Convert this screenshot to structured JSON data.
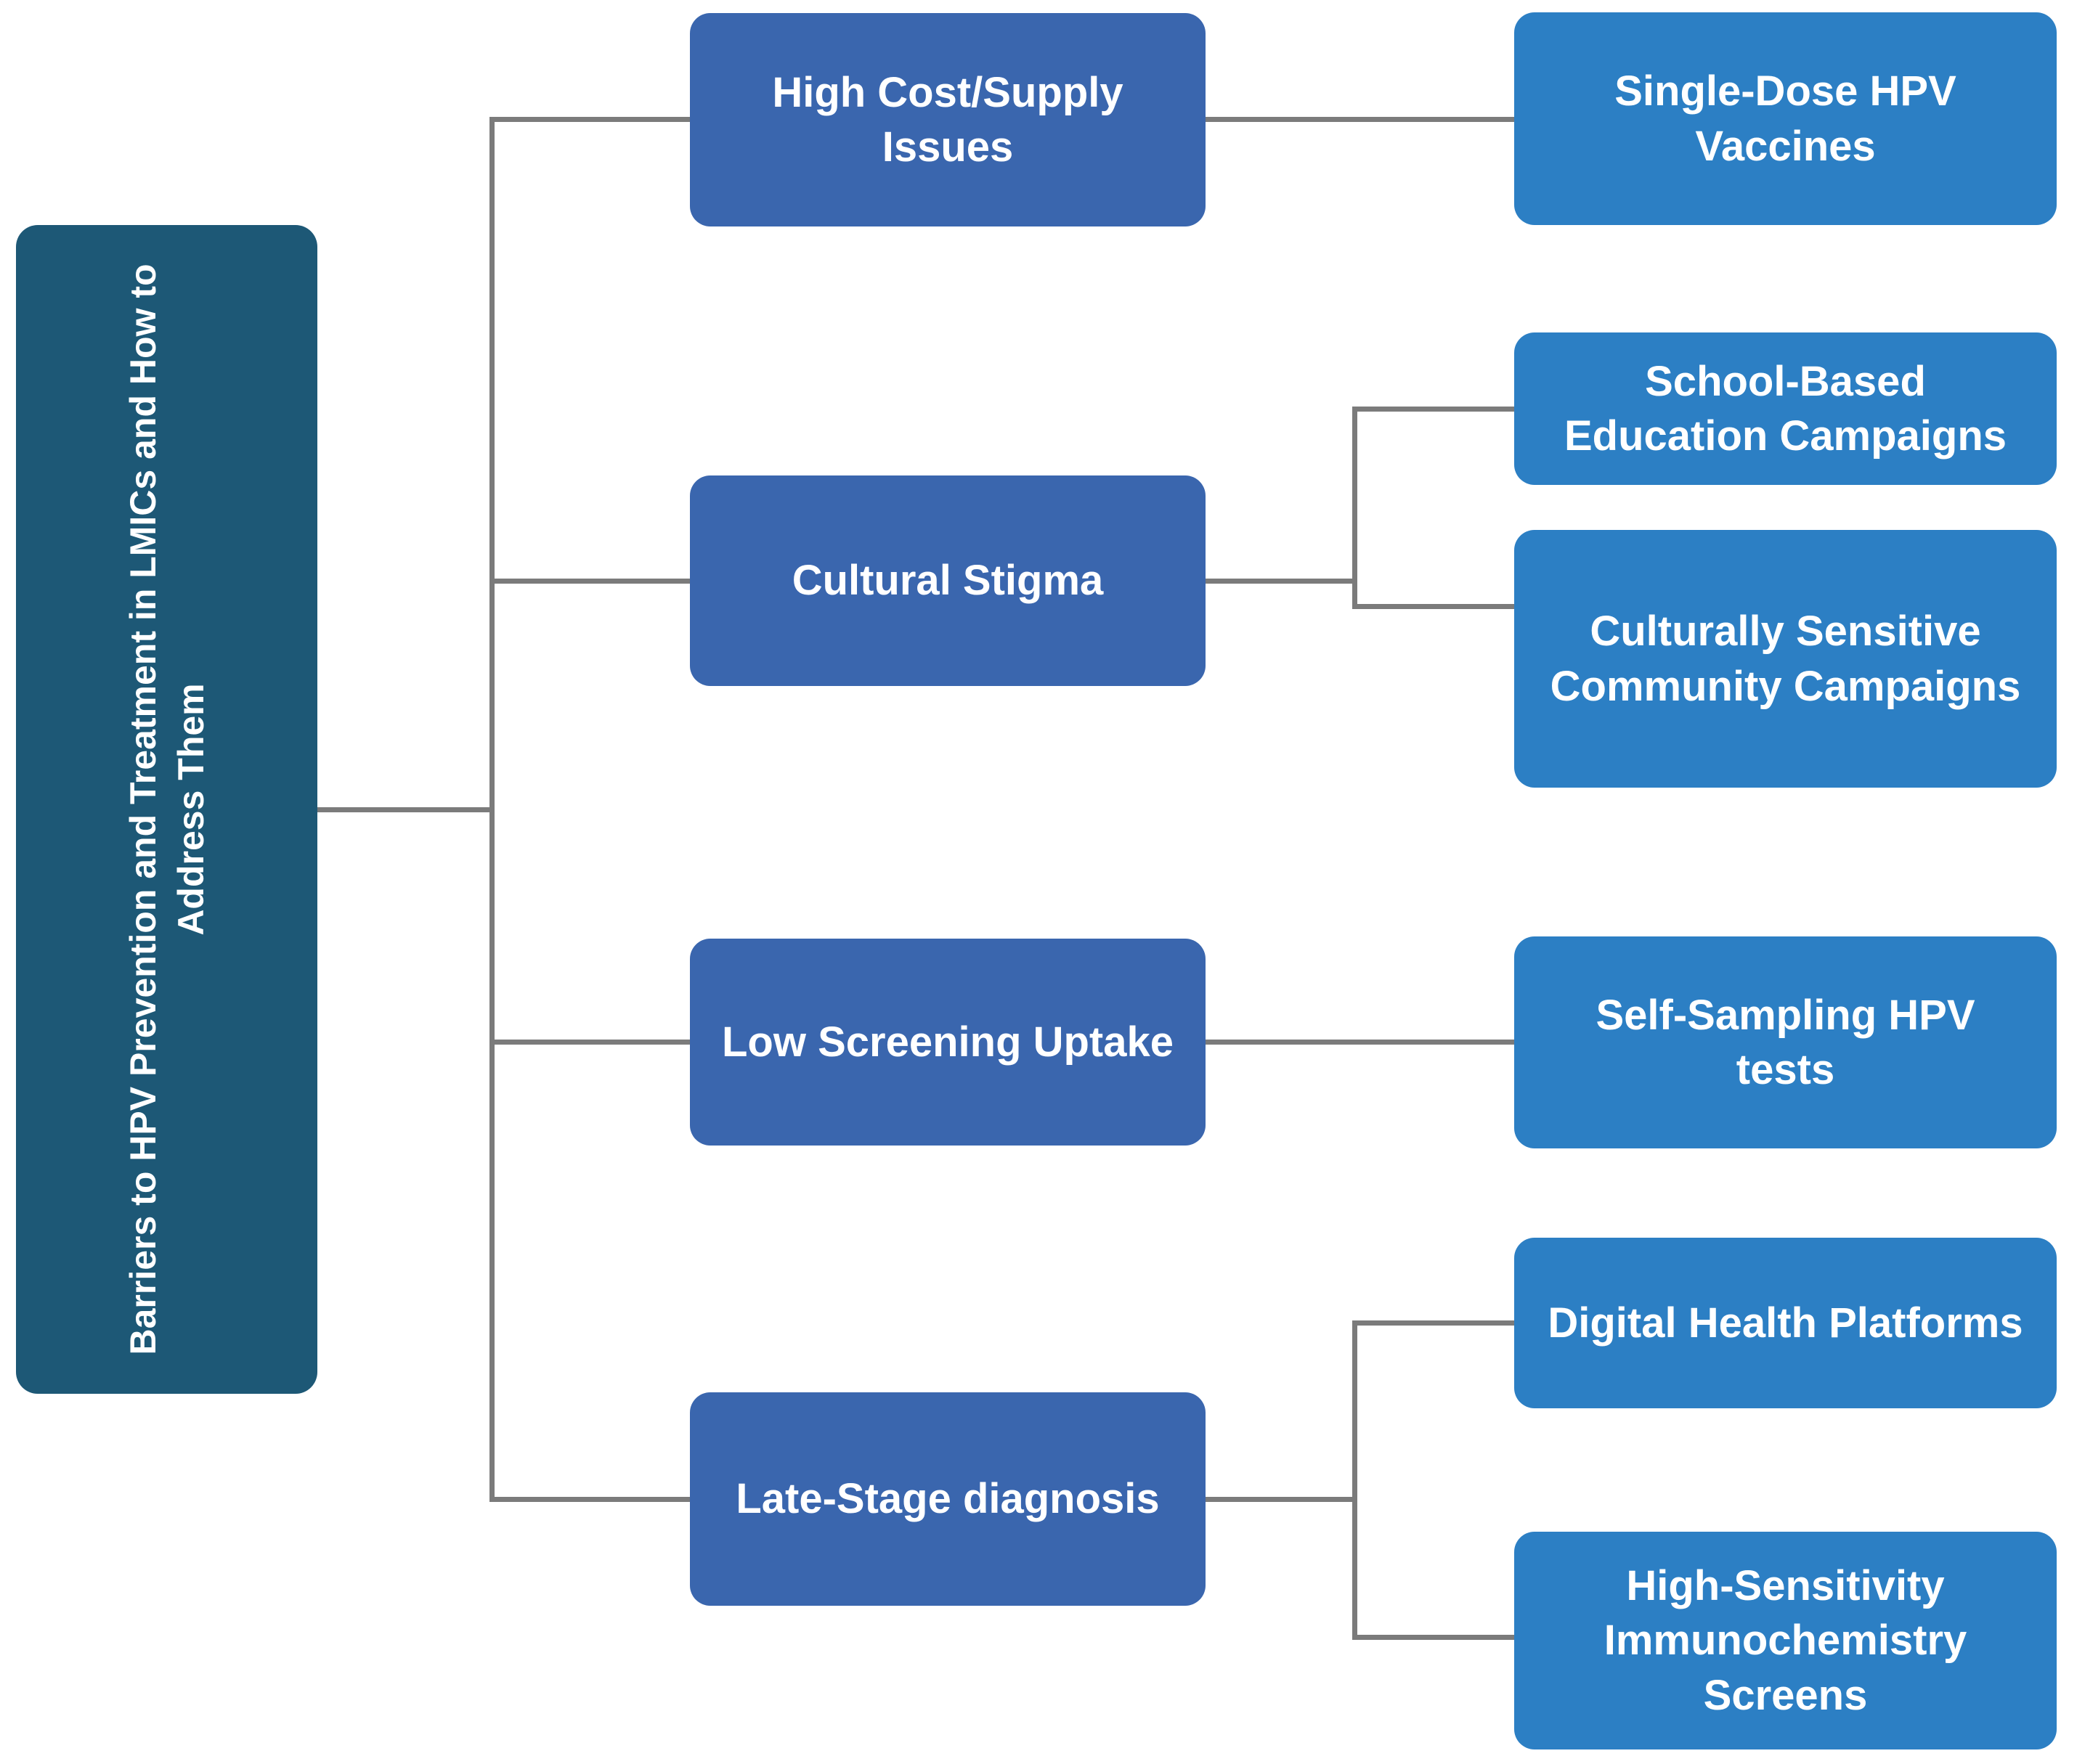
{
  "diagram": {
    "title": "Barriers to HPV Prevention and Treatment in LMICs and How to Address Them",
    "type": "tree-flowchart",
    "nodes": {
      "root": "Barriers to HPV Prevention and Treatment in LMICs and How to Address Them",
      "barrier1": "High Cost/Supply Issues",
      "barrier2": "Cultural Stigma",
      "barrier3": "Low Screening Uptake",
      "barrier4": "Late-Stage diagnosis",
      "solution1": "Single-Dose HPV Vaccines",
      "solution2a": "School-Based Education Campaigns",
      "solution2b": "Culturally Sensitive Community Campaigns",
      "solution3": "Self-Sampling HPV tests",
      "solution4a": "Digital Health Platforms",
      "solution4b": "High-Sensitivity Immunochemistry Screens"
    },
    "edges": [
      [
        "root",
        "barrier1"
      ],
      [
        "root",
        "barrier2"
      ],
      [
        "root",
        "barrier3"
      ],
      [
        "root",
        "barrier4"
      ],
      [
        "barrier1",
        "solution1"
      ],
      [
        "barrier2",
        "solution2a"
      ],
      [
        "barrier2",
        "solution2b"
      ],
      [
        "barrier3",
        "solution3"
      ],
      [
        "barrier4",
        "solution4a"
      ],
      [
        "barrier4",
        "solution4b"
      ]
    ]
  },
  "colors": {
    "root_fill": "#1D5876",
    "barrier_fill": "#3A66AE",
    "solution_fill": "#2C7FC4",
    "connector": "#7B7B7B",
    "text": "#FFFFFF"
  }
}
